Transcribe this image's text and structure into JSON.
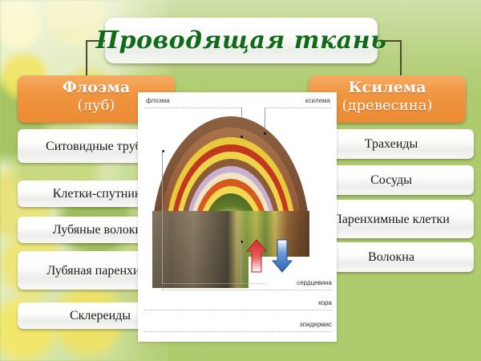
{
  "slide": {
    "title": "Проводящая ткань",
    "background_color": "#aecb6e",
    "accent_color": "#f0953f",
    "title_color": "#0e6b17"
  },
  "columns": [
    {
      "id": "phloem",
      "header_line1": "Флоэма",
      "header_line2": "(луб)",
      "items": [
        "Ситовидные трубки",
        "Клетки-спутники",
        "Лубяные волокна",
        "Лубяная паренхима",
        "Склереиды"
      ]
    },
    {
      "id": "xylem",
      "header_line1": "Ксилема",
      "header_line2": "(древесина)",
      "items": [
        "Трахеиды",
        "Сосуды",
        "Паренхимные клетки",
        "Волокна"
      ]
    }
  ],
  "diagram": {
    "label_phloem": "флоэма",
    "label_xylem": "ксилема",
    "legend": [
      "сердцевина",
      "кора",
      "эпидермис"
    ],
    "arrow_up_color": "#d7272b",
    "arrow_down_color": "#2a62b5"
  }
}
